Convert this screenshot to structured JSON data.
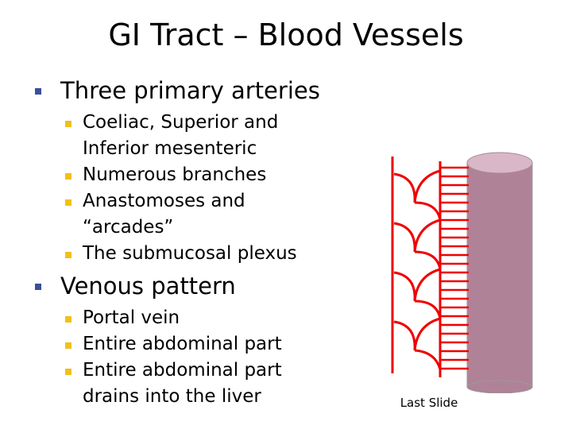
{
  "slide": {
    "title": "GI Tract – Blood Vessels",
    "sections": [
      {
        "heading": "Three primary arteries",
        "items": [
          "Coeliac, Superior and Inferior mesenteric",
          "Numerous branches",
          "Anastomoses and “arcades”",
          "The submucosal plexus"
        ]
      },
      {
        "heading": "Venous pattern",
        "items": [
          "Portal vein",
          "Entire abdominal part",
          "Entire abdominal part drains into the liver"
        ]
      }
    ],
    "footer": "Last Slide"
  },
  "colors": {
    "level1_bullet": "#3a4f9a",
    "level2_bullet": "#f2bf1c",
    "vessel": "#ee0000",
    "cylinder_body": "#b08298",
    "cylinder_top": "#d9b7c7"
  }
}
